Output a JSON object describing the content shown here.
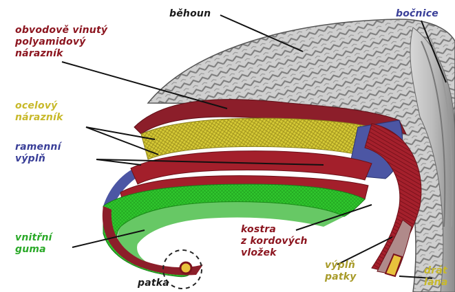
{
  "labels": {
    "tread": "běhoun",
    "sidewall": "bočnice",
    "polyamide_belt": "obvodově vinutý\npolyamidový\nnárazník",
    "steel_belt": "ocelový\nnárazník",
    "shoulder_filler": "ramenní\nvýplň",
    "inner_liner": "vnitřní\nguma",
    "bead": "patka",
    "carcass": "kostra\nz kordových\nvložek",
    "bead_filler": "výplň\npatky",
    "bead_wire": "drát\nlana"
  },
  "colors": {
    "tread": "#c9c9c9",
    "tread_dark": "#8a8a8a",
    "polyamide_belt": "#8c1e2a",
    "steel_belt": "#d8cc3a",
    "shoulder_filler": "#4c56a4",
    "inner_liner": "#2ec42c",
    "carcass": "#a31f2b",
    "bead_wire": "#e8c23c",
    "label_red": "#8c1620",
    "label_yellow": "#c8b92a",
    "label_blue": "#3a3f98",
    "label_green": "#2aa928",
    "label_olive": "#a89b2a"
  }
}
